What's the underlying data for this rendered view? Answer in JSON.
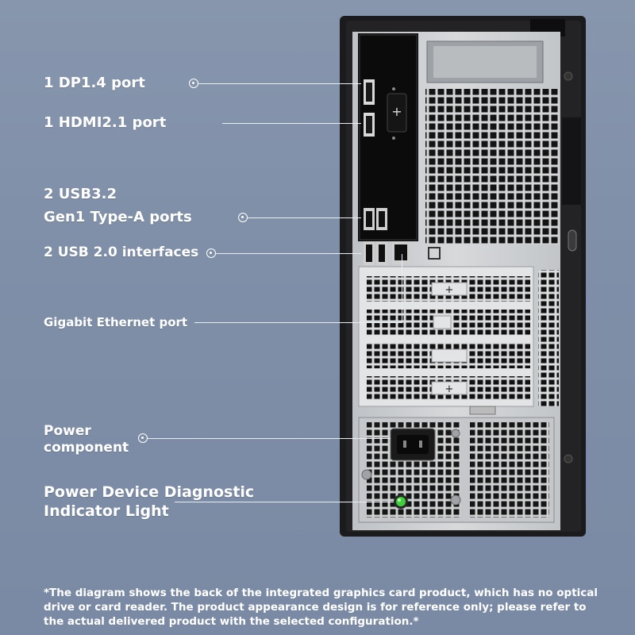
{
  "callouts": {
    "dp": "1 DP1.4 port",
    "hdmi": "1 HDMI2.1 port",
    "usb32_line1": "2 USB3.2",
    "usb32_line2": "Gen1 Type-A ports",
    "usb20": "2 USB 2.0 interfaces",
    "ethernet": "Gigabit Ethernet port",
    "power_line1": "Power",
    "power_line2": "component",
    "diag_line1": "Power Device Diagnostic",
    "diag_line2": "Indicator Light"
  },
  "footnote": "*The diagram shows the back of the integrated graphics card product, which has no optical drive or card reader. The product appearance design is for reference only; please refer to the actual delivered product with the selected configuration.*",
  "colors": {
    "background": "#8193ac",
    "chassis": "#1b1b1d",
    "panel": "#c9cbce",
    "indicator": "#3fd13a"
  }
}
